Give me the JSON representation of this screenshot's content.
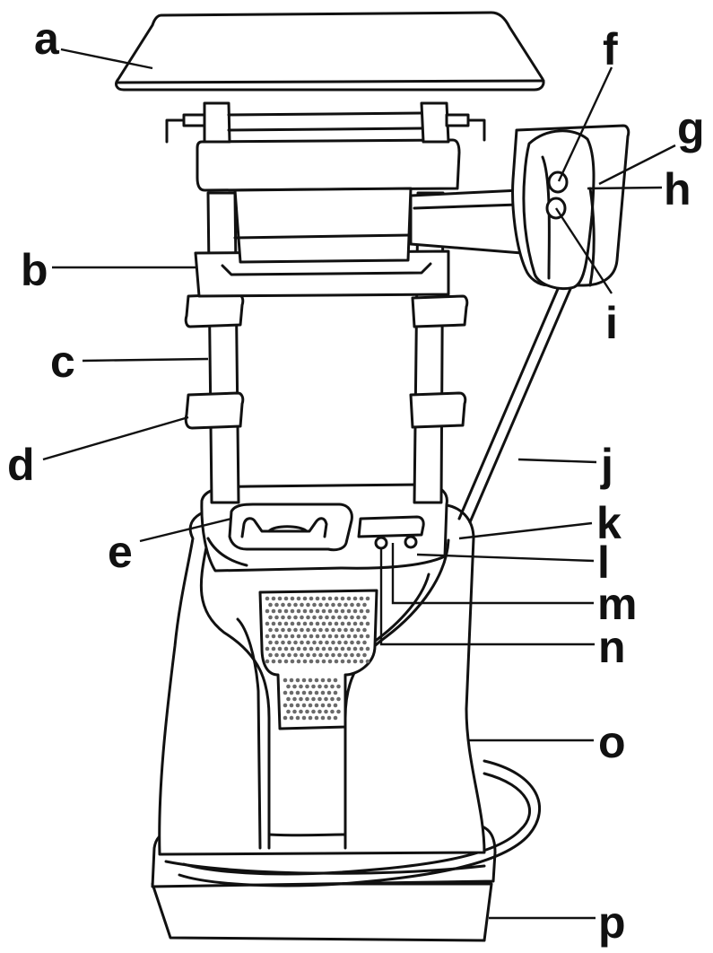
{
  "labels": {
    "a": "a",
    "b": "b",
    "c": "c",
    "d": "d",
    "e": "e",
    "f": "f",
    "g": "g",
    "h": "h",
    "i": "i",
    "j": "j",
    "k": "k",
    "l": "l",
    "m": "m",
    "n": "n",
    "o": "o",
    "p": "p"
  },
  "colors": {
    "line": "#111111",
    "background": "#ffffff",
    "vent_dots": "#6a6a6a"
  }
}
